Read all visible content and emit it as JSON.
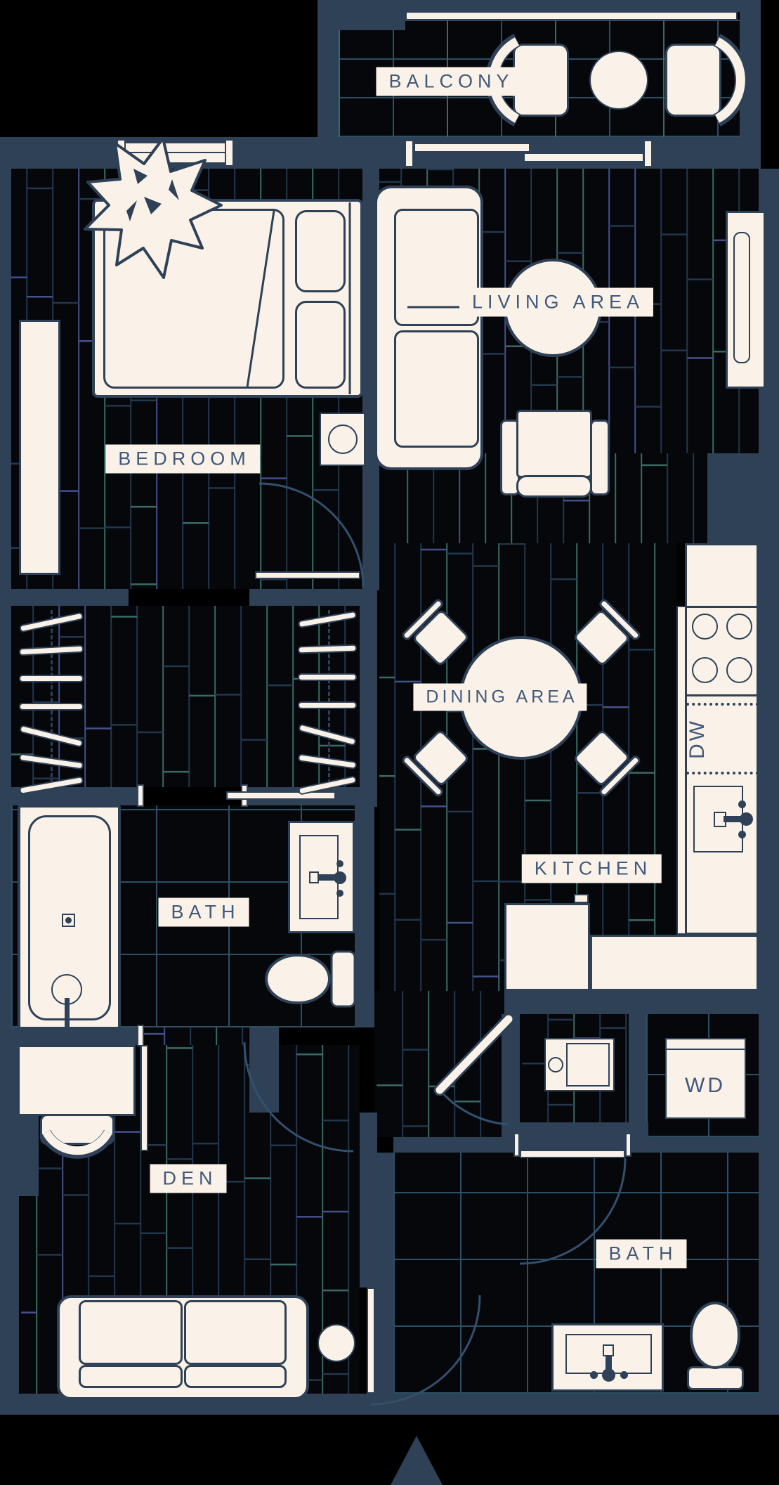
{
  "rooms": {
    "balcony": "BALCONY",
    "living": "LIVING AREA",
    "bedroom": "BEDROOM",
    "dining": "DINING AREA",
    "kitchen": "KITCHEN",
    "bath1": "BATH",
    "den": "DEN",
    "bath2": "BATH"
  },
  "appliances": {
    "dishwasher": "DW",
    "washer_dryer": "WD"
  },
  "colors": {
    "outside": "#000000",
    "wall": "#2e4156",
    "cream": "#faf2e8",
    "floor": "#05070b",
    "text": "#41597a",
    "plank_navy": "#22374b",
    "plank_teal": "#3a6a64",
    "plank_indigo": "#44508c",
    "tile_line": "#2d4f63",
    "tile_teal": "#3a6a64",
    "arc": "#33506c"
  }
}
